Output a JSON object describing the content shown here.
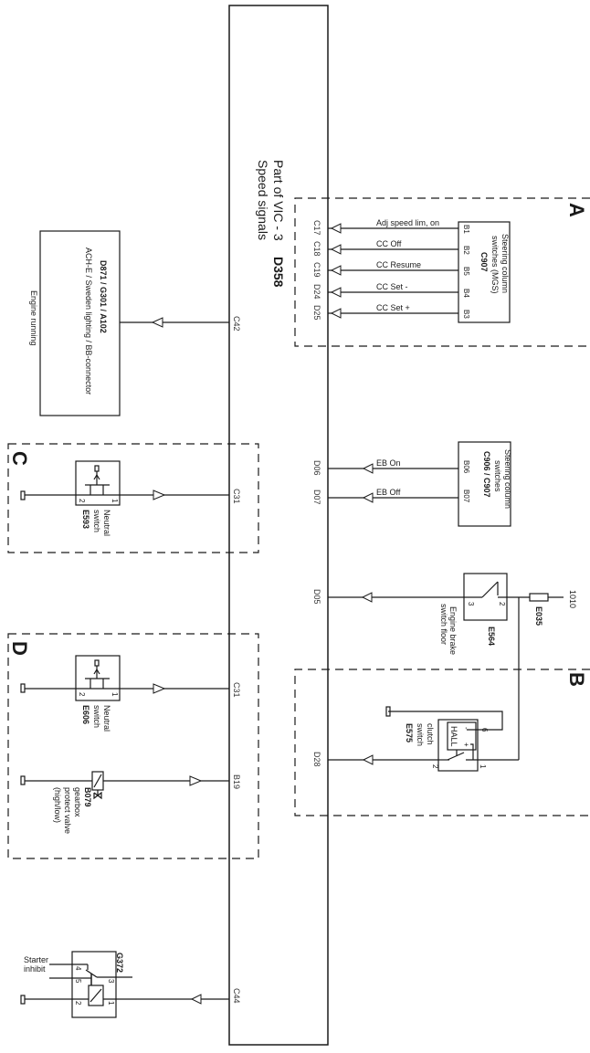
{
  "ecu": {
    "title_line1": "Part of VIC - 3",
    "title_id": "D358",
    "title_line2": "Speed signals"
  },
  "sections": {
    "A": "A",
    "B": "B",
    "C": "C",
    "D": "D"
  },
  "left_module": {
    "ids": "D871 / G301 / A102",
    "desc": "ACH-E / Sweden lighting / BB-connector",
    "signal": "Engine running",
    "connector": "C42"
  },
  "section_a": {
    "component_name_line1": "Steering column",
    "component_name_line2": "switches (MGS)",
    "component_id": "C907",
    "signals": [
      {
        "ecu_pin": "C17",
        "label": "Adj speed lim, on",
        "comp_pin": "B1"
      },
      {
        "ecu_pin": "C18",
        "label": "CC Off",
        "comp_pin": "B2"
      },
      {
        "ecu_pin": "C19",
        "label": "CC Resume",
        "comp_pin": "B5"
      },
      {
        "ecu_pin": "D24",
        "label": "CC Set -",
        "comp_pin": "B4"
      },
      {
        "ecu_pin": "D25",
        "label": "CC Set +",
        "comp_pin": "B3"
      }
    ]
  },
  "eb_switches": {
    "component_name_line1": "Steering column",
    "component_name_line2": "switches",
    "component_id": "C906 / C907",
    "signals": [
      {
        "ecu_pin": "D06",
        "label": "EB On",
        "comp_pin": "B06"
      },
      {
        "ecu_pin": "D07",
        "label": "EB Off",
        "comp_pin": "B07"
      }
    ]
  },
  "engine_brake": {
    "ecu_pin": "D05",
    "component_id": "E564",
    "desc_line1": "Engine brake",
    "desc_line2": "switch floor",
    "pin_a": "3",
    "pin_b": "2",
    "fuse_id": "E035",
    "supply": "1010"
  },
  "section_b": {
    "ecu_pin": "D28",
    "component_desc_line1": "clutch",
    "component_desc_line2": "switch",
    "component_id": "E575",
    "sensor_label": "HALL",
    "pin_minus": "-",
    "pin_plus": "+",
    "pin_6": "6",
    "pin_2": "2",
    "pin_1": "1"
  },
  "section_c": {
    "ecu_pin": "C31",
    "component_desc_line1": "Neutral",
    "component_desc_line2": "switch",
    "component_id": "E593",
    "pin_2": "2",
    "pin_1": "1"
  },
  "section_d": {
    "switch": {
      "ecu_pin": "C31",
      "component_desc_line1": "Neutral",
      "component_desc_line2": "switch",
      "component_id": "E606",
      "pin_2": "2",
      "pin_1": "1"
    },
    "valve": {
      "ecu_pin": "B19",
      "component_id": "B079",
      "desc_line1": "gearbox",
      "desc_line2": "protect valve",
      "desc_line3": "(high/low)"
    }
  },
  "relay": {
    "ecu_pin": "C44",
    "component_id": "G372",
    "signal_line1": "Starter",
    "signal_line2": "inhibit",
    "pin_4": "4",
    "pin_5": "5",
    "pin_3": "3",
    "pin_2": "2",
    "pin_1": "1"
  }
}
